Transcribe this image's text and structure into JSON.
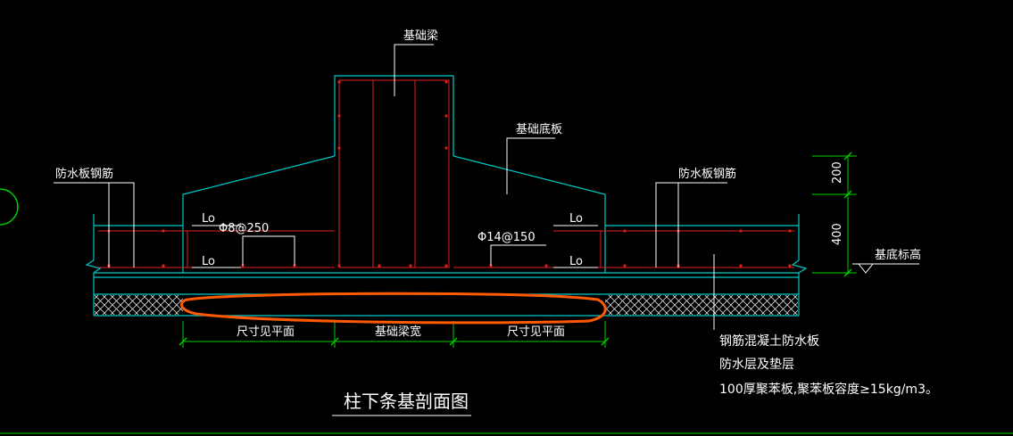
{
  "labels": {
    "foundation_beam": "基础梁",
    "foundation_slab": "基础底板",
    "wp_rebar_left": "防水板钢筋",
    "wp_rebar_right": "防水板钢筋",
    "lo_1": "Lo",
    "lo_2": "Lo",
    "lo_3": "Lo",
    "lo_4": "Lo",
    "rebar_phi8": "Φ8@250",
    "rebar_phi14": "Φ14@150",
    "dim_200": "200",
    "dim_400": "400",
    "base_elevation": "基底标高",
    "dim_left": "尺寸见平面",
    "dim_center": "基础梁宽",
    "dim_right": "尺寸见平面",
    "note_1": "钢筋混凝土防水板",
    "note_2": "防水层及垫层",
    "note_3": "100厚聚苯板,聚苯板容度≥15kg/m3。",
    "drawing_title": "柱下条基剖面图"
  },
  "colors": {
    "background": "#000000",
    "outline": "#00c8c8",
    "rebar": "#e02020",
    "dimension": "#00d000",
    "text": "#ffffff",
    "markup": "#ff5a00"
  }
}
